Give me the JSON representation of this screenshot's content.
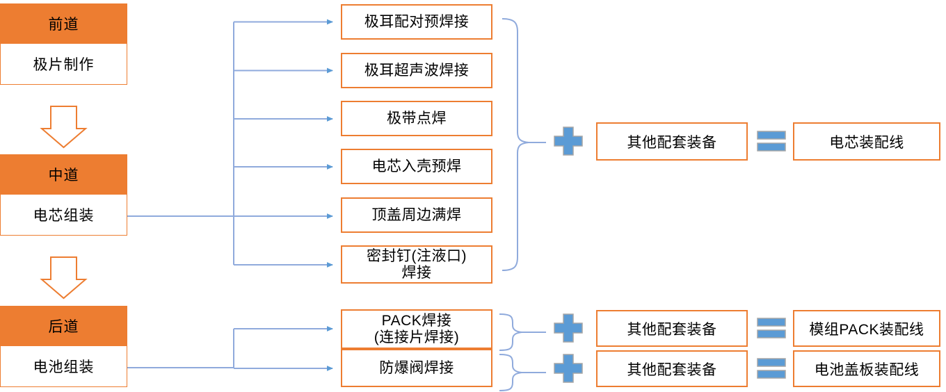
{
  "colors": {
    "orange": "#ED7D31",
    "blue": "#5B9BD5",
    "wire": "#8FAADC",
    "text": "#000000",
    "background": "#FFFFFF"
  },
  "stages": [
    {
      "head": "前道",
      "body": "极片制作"
    },
    {
      "head": "中道",
      "body": "电芯组装"
    },
    {
      "head": "后道",
      "body": "电池组装"
    }
  ],
  "stage_arrows": [
    {
      "name": "down-arrow-1"
    },
    {
      "name": "down-arrow-2"
    }
  ],
  "cell_processes": [
    {
      "line1": "极耳配对预焊接",
      "line2": ""
    },
    {
      "line1": "极耳超声波焊接",
      "line2": ""
    },
    {
      "line1": "极带点焊",
      "line2": ""
    },
    {
      "line1": "电芯入壳预焊",
      "line2": ""
    },
    {
      "line1": "顶盖周边满焊",
      "line2": ""
    },
    {
      "line1": "密封钉(注液口)",
      "line2": "焊接"
    }
  ],
  "battery_processes": [
    {
      "line1": "PACK焊接",
      "line2": "(连接片焊接)"
    },
    {
      "line1": "防爆阀焊接",
      "line2": ""
    }
  ],
  "equations": [
    {
      "plus": "+",
      "addend": "其他配套装备",
      "equals": "=",
      "result": "电芯装配线"
    },
    {
      "plus": "+",
      "addend": "其他配套装备",
      "equals": "=",
      "result": "模组PACK装配线"
    },
    {
      "plus": "+",
      "addend": "其他配套装备",
      "equals": "=",
      "result": "电池盖板装配线"
    }
  ]
}
